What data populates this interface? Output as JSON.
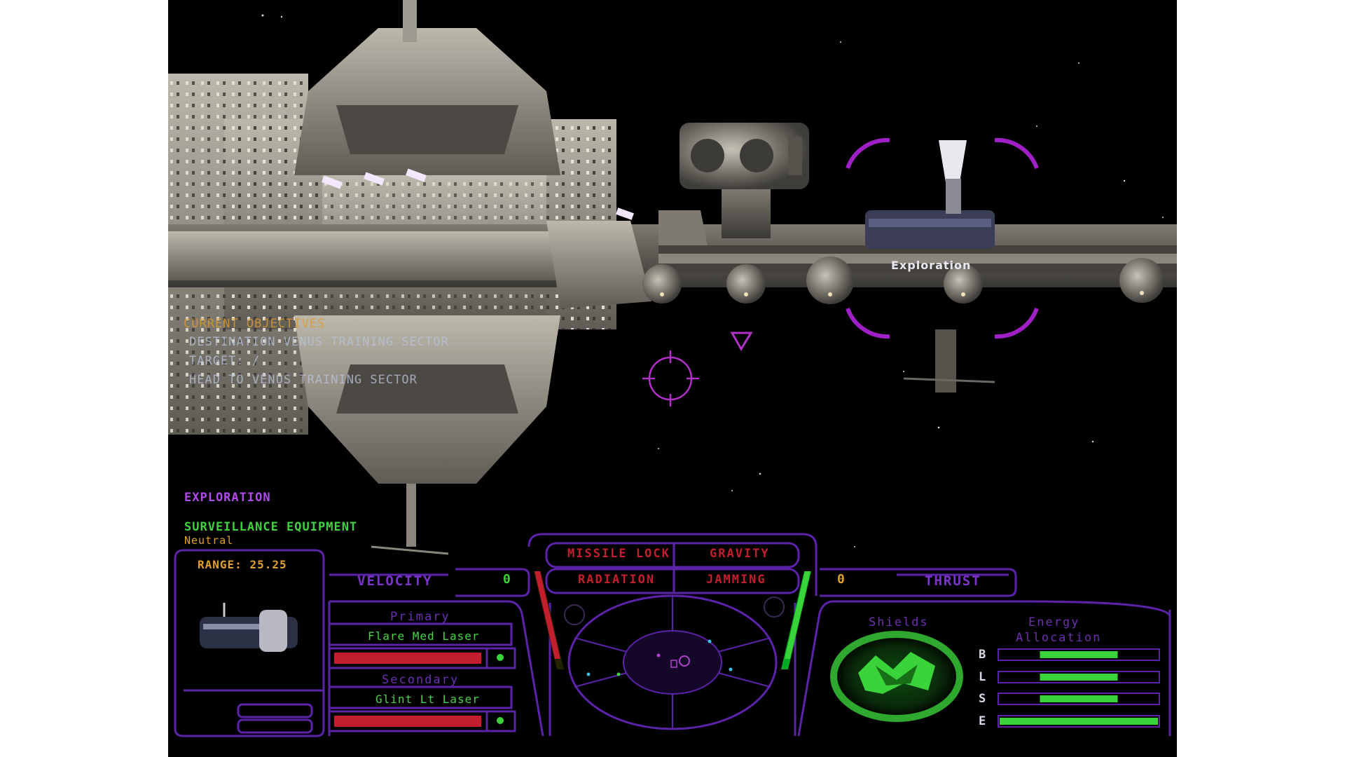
{
  "objectives": {
    "header": "CURRENT OBJECTIVES",
    "destination": "DESTINATION VENUS TRAINING SECTOR",
    "status_line": "TARGET: /",
    "nav": "HEAD TO VENUS TRAINING SECTOR"
  },
  "world_label": "Exploration",
  "target": {
    "name": "EXPLORATION",
    "subsystem": "SURVEILLANCE EQUIPMENT",
    "relation": "Neutral",
    "range_label": "RANGE:",
    "range_value": "25.25"
  },
  "status_panel": {
    "missile_lock": "MISSILE LOCK",
    "gravity": "GRAVITY",
    "radiation": "RADIATION",
    "jamming": "JAMMING"
  },
  "velocity": {
    "label": "VELOCITY",
    "value": "0",
    "level": 0.55
  },
  "thrust": {
    "label": "THRUST",
    "value": "0",
    "level": 0.6
  },
  "weapons": {
    "primary_label": "Primary",
    "primary_name": "Flare Med Laser",
    "primary_charge": 1.0,
    "secondary_label": "Secondary",
    "secondary_name": "Glint Lt Laser",
    "secondary_charge": 1.0
  },
  "shields": {
    "label": "Shields"
  },
  "energy": {
    "label_line1": "Energy",
    "label_line2": "Allocation",
    "bars": [
      {
        "key": "B",
        "level": 0.5
      },
      {
        "key": "L",
        "level": 0.5
      },
      {
        "key": "S",
        "level": 0.5
      },
      {
        "key": "E",
        "level": 1.0
      }
    ]
  },
  "colors": {
    "hud_purple": "#5a23a8",
    "warning_red": "#c21e2e",
    "ok_green": "#3ad33a",
    "text_orange": "#e0a030",
    "target_magenta": "#b030d0"
  }
}
